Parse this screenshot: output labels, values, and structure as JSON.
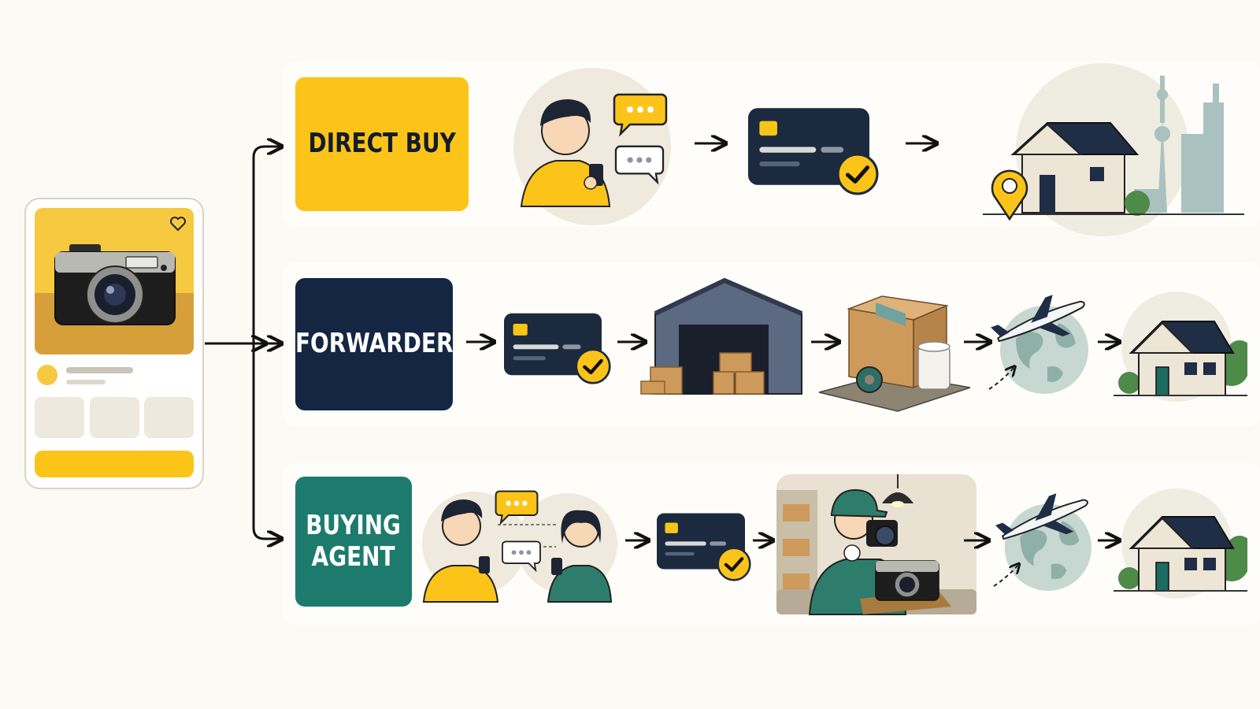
{
  "labels": {
    "direct": "DIRECT BUY",
    "forwarder": "FORWARDER",
    "agent_line1": "BUYING",
    "agent_line2": "AGENT"
  },
  "colors": {
    "background": "#fbfaf5",
    "yellow": "#fcc419",
    "navy": "#152642",
    "teal": "#1d7b6e",
    "card": "#1c2a3f",
    "house_wall": "#ede5d6",
    "roof": "#1f2d45",
    "globe": "#b9cfc9",
    "box": "#cd9a5b",
    "warehouse": "#5b6981"
  },
  "icons": {
    "listing": "product-listing-phone-icon",
    "chat": "chat-bubble-icon",
    "card": "credit-card-icon",
    "check": "check-badge-icon",
    "home": "house-icon",
    "pin": "location-pin-icon",
    "warehouse": "warehouse-icon",
    "package": "package-box-icon",
    "globe": "globe-icon",
    "plane": "airplane-icon",
    "inspector": "inspector-person-icon",
    "city": "city-skyline-icon"
  }
}
